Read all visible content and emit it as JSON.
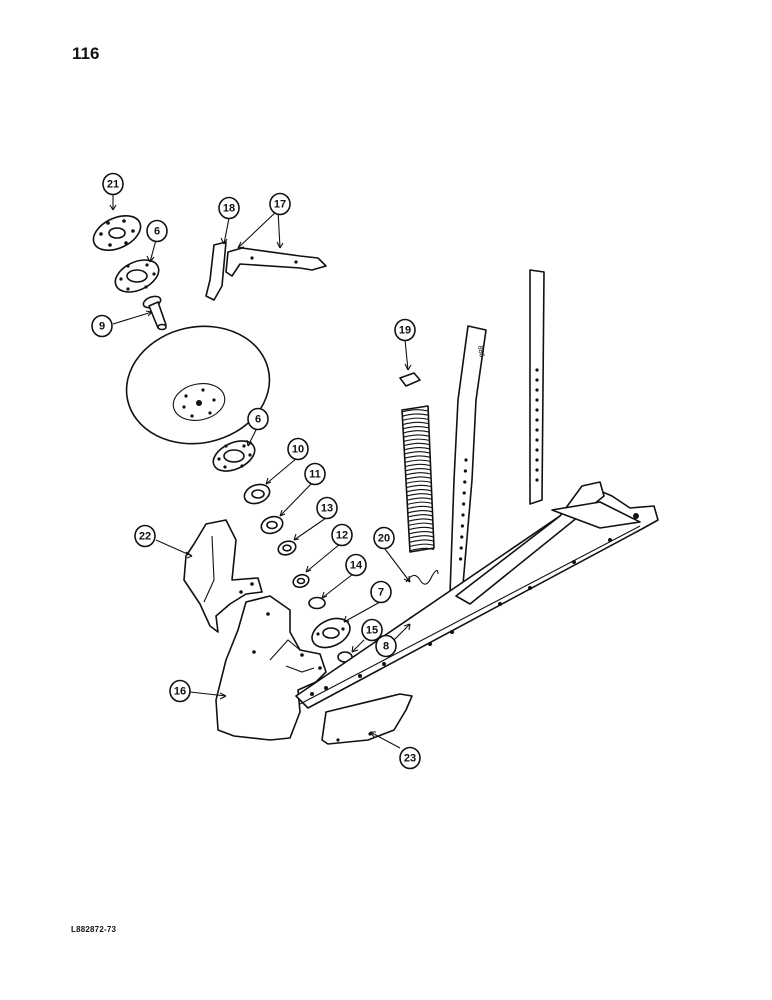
{
  "page": {
    "number": "116",
    "figure_code": "L882872-73"
  },
  "callouts": [
    {
      "id": "c21",
      "label": "21"
    },
    {
      "id": "c6a",
      "label": "6"
    },
    {
      "id": "c9",
      "label": "9"
    },
    {
      "id": "c18",
      "label": "18"
    },
    {
      "id": "c17",
      "label": "17"
    },
    {
      "id": "c19",
      "label": "19"
    },
    {
      "id": "c6b",
      "label": "6"
    },
    {
      "id": "c10",
      "label": "10"
    },
    {
      "id": "c11",
      "label": "11"
    },
    {
      "id": "c13",
      "label": "13"
    },
    {
      "id": "c22",
      "label": "22"
    },
    {
      "id": "c12",
      "label": "12"
    },
    {
      "id": "c20",
      "label": "20"
    },
    {
      "id": "c14",
      "label": "14"
    },
    {
      "id": "c7",
      "label": "7"
    },
    {
      "id": "c15",
      "label": "15"
    },
    {
      "id": "c8",
      "label": "8"
    },
    {
      "id": "c16",
      "label": "16"
    },
    {
      "id": "c23",
      "label": "23"
    }
  ]
}
